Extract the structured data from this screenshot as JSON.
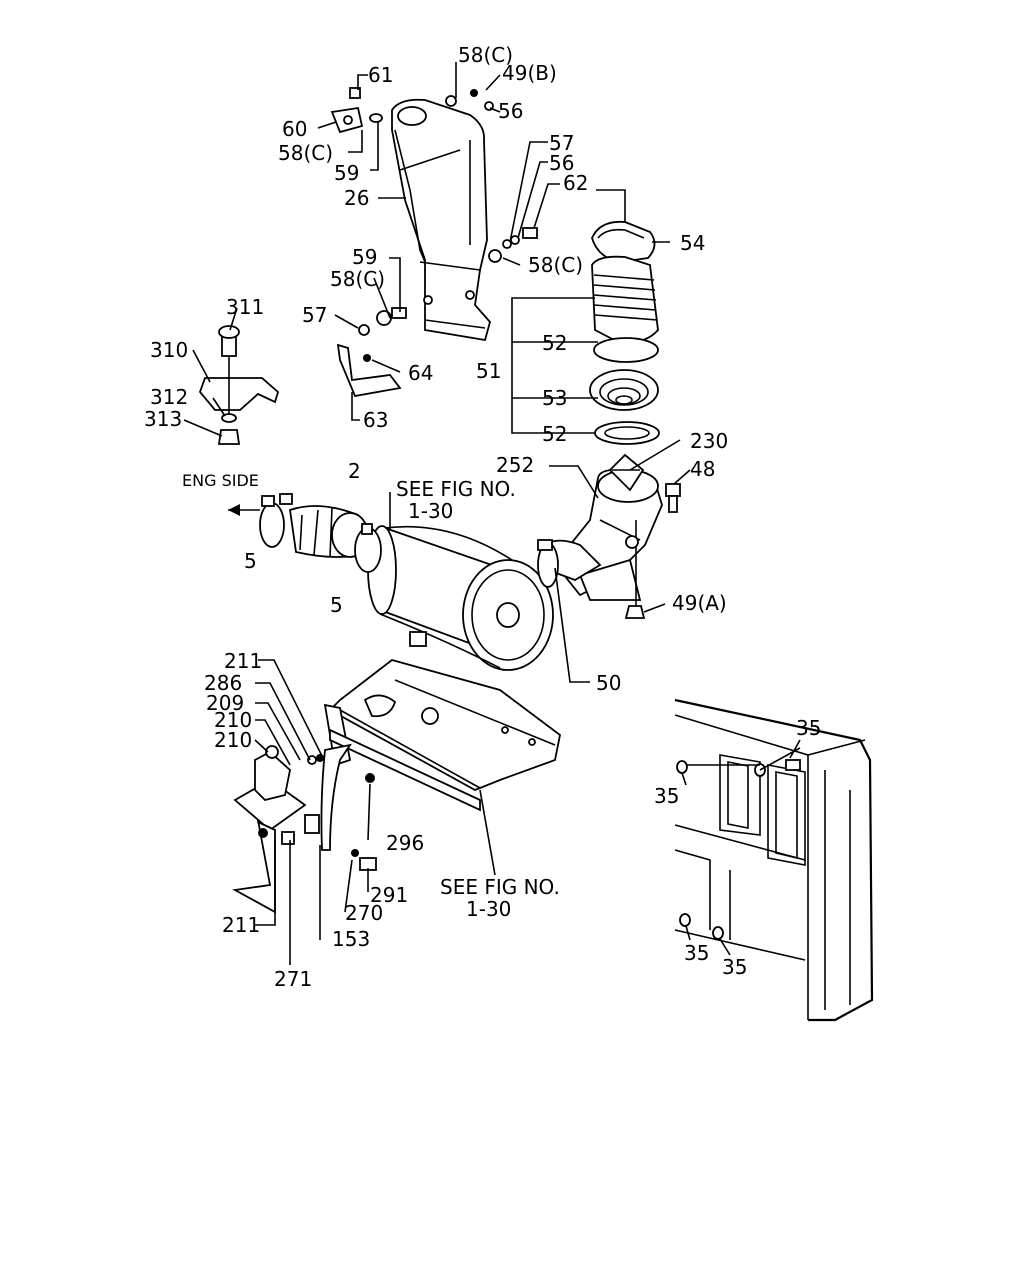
{
  "labels": {
    "p61": "61",
    "p58c_top": "58(C)",
    "p49b": "49(B)",
    "p56_top": "56",
    "p60": "60",
    "p58c_left": "58(C)",
    "p59_top": "59",
    "p26": "26",
    "p57_r": "57",
    "p56_r": "56",
    "p62": "62",
    "p54": "54",
    "p58c_mid": "58(C)",
    "p59_mid": "59",
    "p58c_mid2": "58(C)",
    "p57_l": "57",
    "p64": "64",
    "p63": "63",
    "p311": "311",
    "p310": "310",
    "p312": "312",
    "p313": "313",
    "p52_a": "52",
    "p51": "51",
    "p53": "53",
    "p52_b": "52",
    "p230": "230",
    "p252": "252",
    "p48": "48",
    "eng_side": "ENG SIDE",
    "p2": "2",
    "see_fig_1": "SEE FIG NO.",
    "see_fig_1_num": "1-30",
    "p5_a": "5",
    "p5_b": "5",
    "p49a": "49(A)",
    "p50": "50",
    "p211_a": "211",
    "p286": "286",
    "p209": "209",
    "p210_a": "210",
    "p210_b": "210",
    "p296": "296",
    "p291": "291",
    "p270": "270",
    "p153": "153",
    "p211_b": "211",
    "p271": "271",
    "see_fig_2": "SEE FIG NO.",
    "see_fig_2_num": "1-30",
    "p35_a": "35",
    "p35_b": "35",
    "p35_c": "35",
    "p35_d": "35"
  },
  "colors": {
    "ink": "#000000",
    "paper": "#ffffff"
  }
}
